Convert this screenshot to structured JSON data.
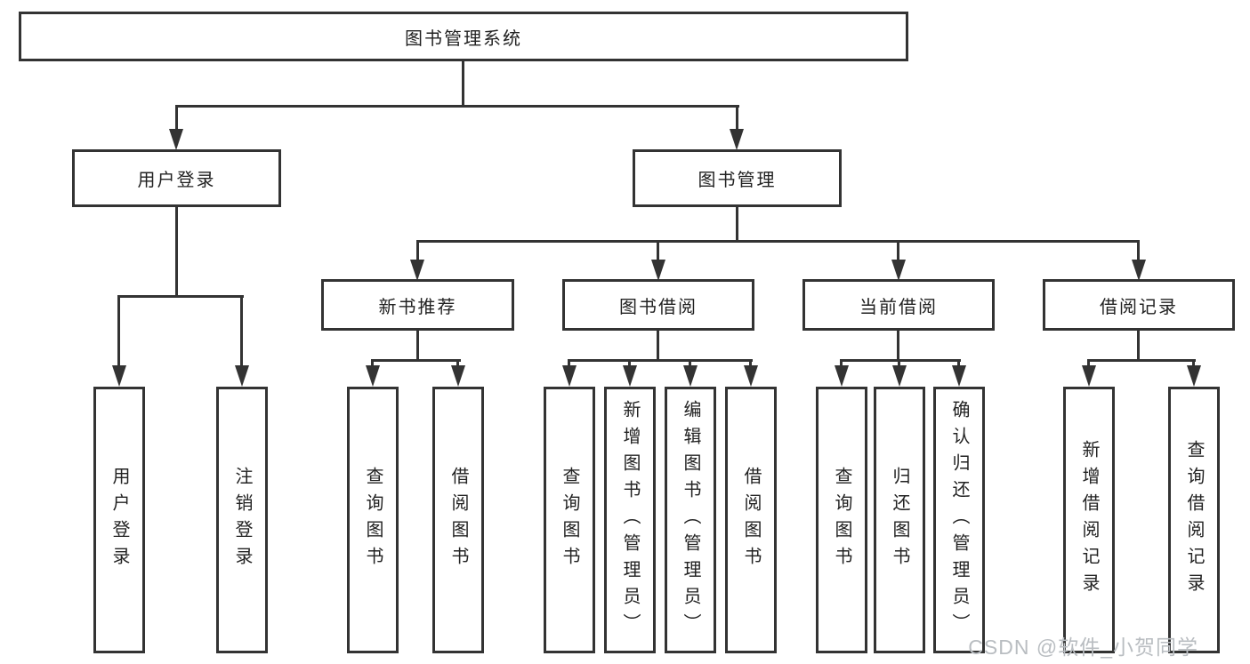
{
  "diagram": {
    "root": "图书管理系统",
    "level2": [
      "用户登录",
      "图书管理"
    ],
    "level3": [
      "新书推荐",
      "图书借阅",
      "当前借阅",
      "借阅记录"
    ],
    "leaves": {
      "user_login": [
        "用户登录",
        "注销登录"
      ],
      "new_book_recommend": [
        "查询图书",
        "借阅图书"
      ],
      "book_borrow": [
        "查询图书",
        "新增图书（管理员）",
        "编辑图书（管理员）",
        "借阅图书"
      ],
      "current_borrow": [
        "查询图书",
        "归还图书",
        "确认归还（管理员）"
      ],
      "borrow_records": [
        "新增借阅记录",
        "查询借阅记录"
      ]
    }
  },
  "watermark": "CSDN @软件_小贺同学",
  "colors": {
    "line": "#333333",
    "text": "#222222",
    "background": "#ffffff",
    "watermark": "#b9bdc1"
  }
}
